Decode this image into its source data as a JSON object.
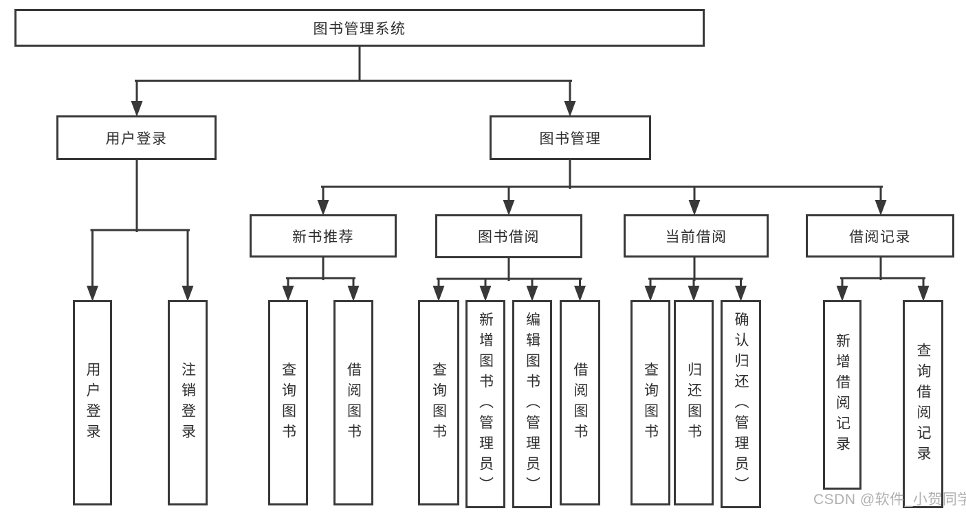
{
  "colors": {
    "line": "#383838",
    "box_border": "#383838",
    "text": "#2e2e2e",
    "watermark": "#b0b0b0",
    "background": "#ffffff"
  },
  "watermark": {
    "text": "CSDN @软件_小贺同学"
  },
  "nodes": {
    "root": {
      "label": "图书管理系统"
    },
    "user_login": {
      "label": "用户登录"
    },
    "book_management": {
      "label": "图书管理"
    },
    "new_book_recommend": {
      "label": "新书推荐"
    },
    "book_borrow": {
      "label": "图书借阅"
    },
    "current_borrow": {
      "label": "当前借阅"
    },
    "borrow_records": {
      "label": "借阅记录"
    },
    "leaf_user_login": {
      "label": "用户登录"
    },
    "leaf_logout_login": {
      "label": "注销登录"
    },
    "leaf_query_book_recommend": {
      "label": "查询图书"
    },
    "leaf_borrow_book_recommend": {
      "label": "借阅图书"
    },
    "leaf_query_book_borrow": {
      "label": "查询图书"
    },
    "leaf_add_book": {
      "label": "新增图书（管理员）"
    },
    "leaf_edit_book": {
      "label": "编辑图书（管理员）"
    },
    "leaf_borrow_book": {
      "label": "借阅图书"
    },
    "leaf_query_book_current": {
      "label": "查询图书"
    },
    "leaf_return_book": {
      "label": "归还图书"
    },
    "leaf_confirm_return": {
      "label": "确认归还（管理员）"
    },
    "leaf_add_borrow_record": {
      "label": "新增借阅记录"
    },
    "leaf_query_borrow_record": {
      "label": "查询借阅记录"
    }
  },
  "edges": [
    {
      "from": "图书管理系统",
      "to": "用户登录"
    },
    {
      "from": "图书管理系统",
      "to": "图书管理"
    },
    {
      "from": "用户登录",
      "to": "用户登录"
    },
    {
      "from": "用户登录",
      "to": "注销登录"
    },
    {
      "from": "图书管理",
      "to": "新书推荐"
    },
    {
      "from": "图书管理",
      "to": "图书借阅"
    },
    {
      "from": "图书管理",
      "to": "当前借阅"
    },
    {
      "from": "图书管理",
      "to": "借阅记录"
    },
    {
      "from": "新书推荐",
      "to": "查询图书"
    },
    {
      "from": "新书推荐",
      "to": "借阅图书"
    },
    {
      "from": "图书借阅",
      "to": "查询图书"
    },
    {
      "from": "图书借阅",
      "to": "新增图书（管理员）"
    },
    {
      "from": "图书借阅",
      "to": "编辑图书（管理员）"
    },
    {
      "from": "图书借阅",
      "to": "借阅图书"
    },
    {
      "from": "当前借阅",
      "to": "查询图书"
    },
    {
      "from": "当前借阅",
      "to": "归还图书"
    },
    {
      "from": "当前借阅",
      "to": "确认归还（管理员）"
    },
    {
      "from": "借阅记录",
      "to": "新增借阅记录"
    },
    {
      "from": "借阅记录",
      "to": "查询借阅记录"
    }
  ]
}
